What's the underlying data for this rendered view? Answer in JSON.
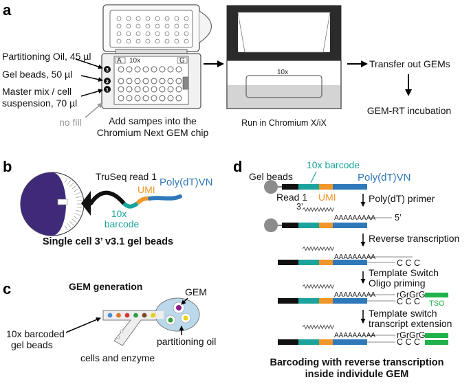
{
  "panel_a": {
    "letter": "a",
    "chip_label": "10x",
    "chip_corner_a": "A",
    "chip_corner_g": "G",
    "oil_label": "Partitioning Oil, 45 µl",
    "beads_label": "Gel beads, 50 µl",
    "mastermix_line1": "Master mix / cell",
    "mastermix_line2": "suspension, 70 µl",
    "nofill_label": "no fill",
    "row_3": "3",
    "row_2": "2",
    "row_1": "1",
    "chip_caption_line1": "Add sampes into the",
    "chip_caption_line2": "Chromium Next GEM chip",
    "instrument_label": "10x",
    "instrument_caption": "Run in Chromium X/iX",
    "transfer_label": "Transfer out GEMs",
    "incubation_label": "GEM-RT incubation"
  },
  "panel_b": {
    "letter": "b",
    "truseq_label": "TruSeq read 1",
    "umi_label": "UMI",
    "polydt_label": "Poly(dT)VN",
    "barcode_line1": "10x",
    "barcode_line2": "barcode",
    "caption": "Single cell 3’ v3.1 gel beads"
  },
  "panel_c": {
    "letter": "c",
    "title": "GEM generation",
    "gem_label": "GEM",
    "beads_line1": "10x barcoded",
    "beads_line2": "gel beads",
    "cells_label": "cells and enzyme",
    "oil_label": "partitioning oil"
  },
  "panel_d": {
    "letter": "d",
    "gel_beads_label": "Gel beads",
    "read1_label": "Read 1",
    "barcode_label": "10x barcode",
    "umi_label": "UMI",
    "polydt_label": "Poly(dT)VN",
    "step1_label": "Poly(dT) primer",
    "three_prime": "3’",
    "five_prime": "5’",
    "step2_label": "Reverse transcription",
    "ccc_1": "C C C",
    "step3_line1": "Template Switch",
    "step3_line2": "Oligo priming",
    "rgrgrg_1": "rGrGrG",
    "ccc_2": "C C C",
    "tso_label": "TSO",
    "step4_line1": "Template switch",
    "step4_line2": "transcript extension",
    "rgrgrg_2": "rGrGrG",
    "ccc_3": "C C C",
    "polya_label": "AAAAAAAAA",
    "caption_line1": "Barcoding with reverse transcription",
    "caption_line2": "inside individule GEM"
  },
  "colors": {
    "teal": "#1ba39c",
    "orange": "#f0962a",
    "blue": "#2f78b9",
    "green": "#1fb24a",
    "purple": "#3f2a7a",
    "grey_bead": "#8c8c8c",
    "light_blue_gem": "#bcd9ec"
  }
}
